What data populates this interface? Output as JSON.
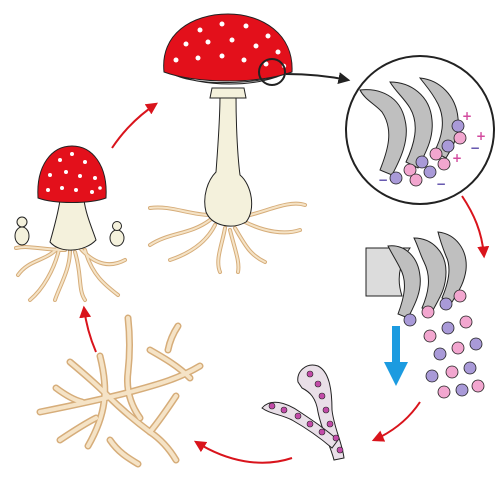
{
  "figure": {
    "type": "life-cycle-diagram",
    "stages": [
      {
        "id": "mature-fruiting-body",
        "label": ""
      },
      {
        "id": "gill-basidia-closeup",
        "label": ""
      },
      {
        "id": "spore-release",
        "label": ""
      },
      {
        "id": "germinating-spores",
        "label": ""
      },
      {
        "id": "mycelium",
        "label": ""
      },
      {
        "id": "young-fruiting-body",
        "label": ""
      }
    ],
    "charge_signs": [
      "+",
      "−"
    ],
    "colors": {
      "cap_red": "#e3101b",
      "cap_spots": "#ffffff",
      "gills": "#dcdcdc",
      "stem": "#f4f1dc",
      "mycelium": "#f0d3a8",
      "mycelium_outline": "#d6ad7a",
      "basidia": "#bfbfbf",
      "spore_purple": "#a99ad8",
      "spore_pink": "#f2a6cf",
      "arrow_red": "#d9141c",
      "fall_arrow": "#1c9be0",
      "outline": "#222222"
    }
  }
}
